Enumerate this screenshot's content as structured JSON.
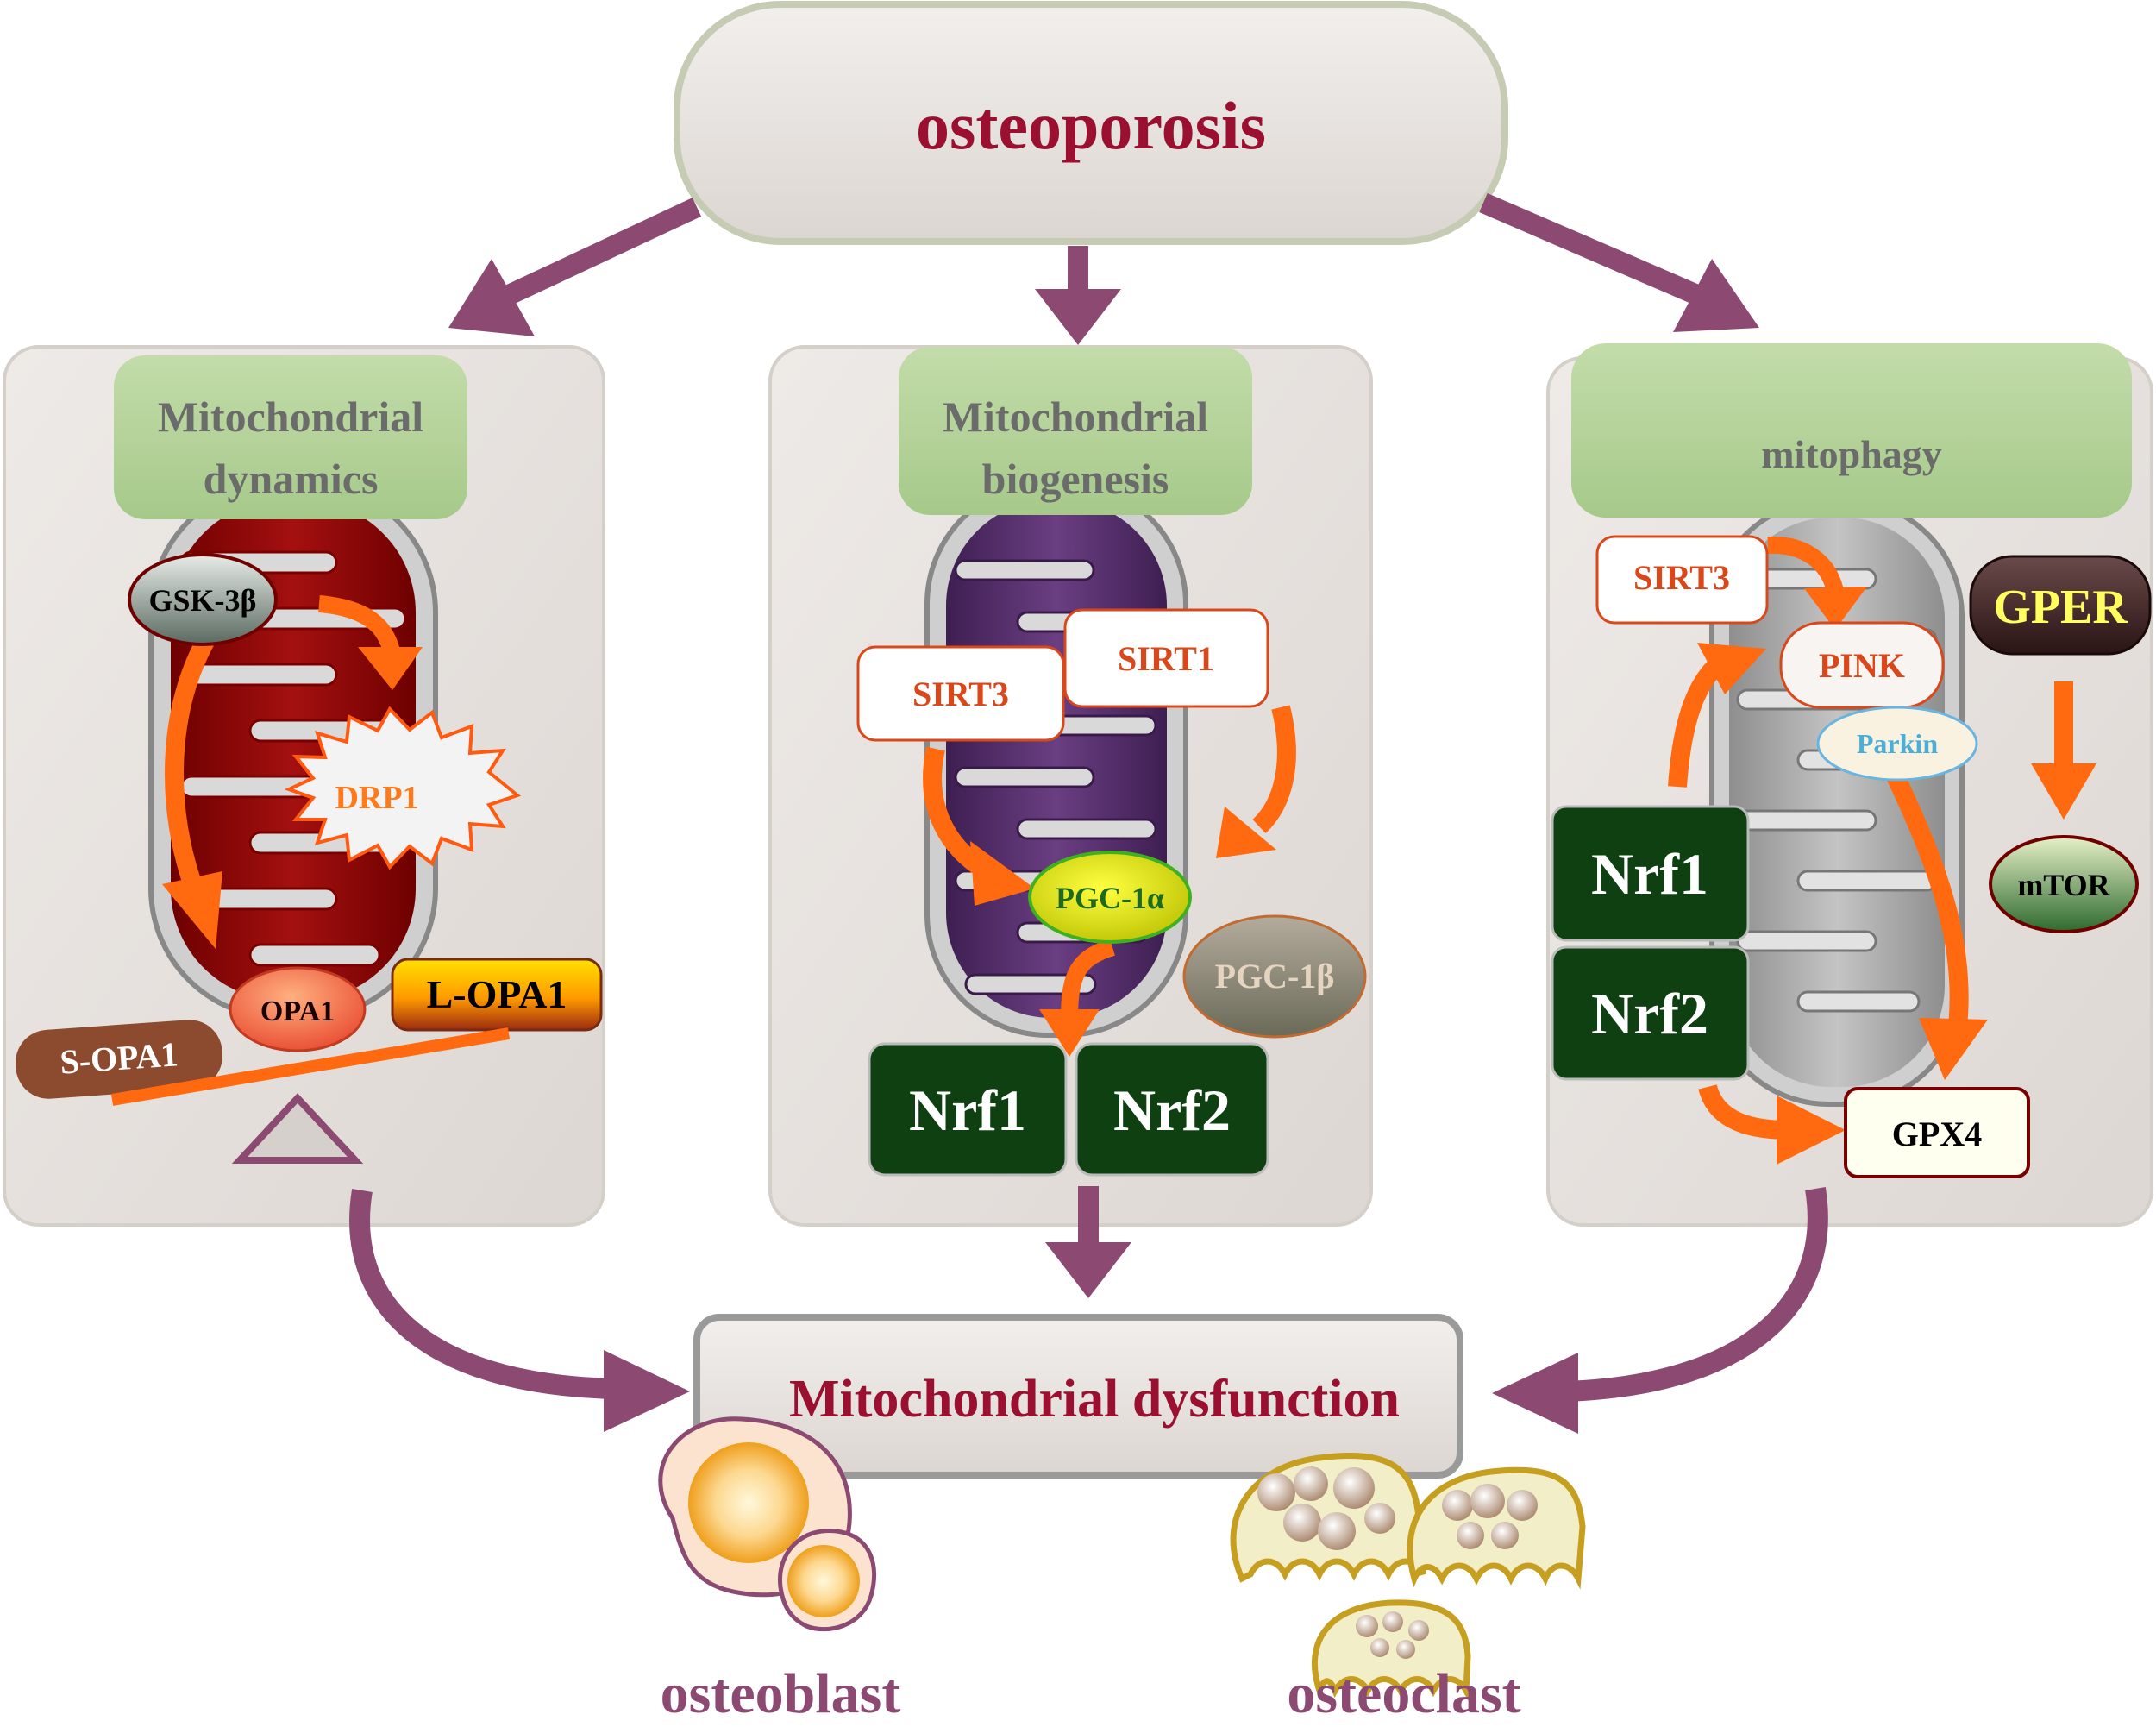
{
  "diagram": {
    "title": "osteoporosis",
    "panels": [
      {
        "heading_lines": [
          "Mitochondrial",
          "dynamics"
        ]
      },
      {
        "heading_lines": [
          "Mitochondrial",
          "biogenesis"
        ]
      },
      {
        "heading_lines": [
          "mitophagy"
        ]
      }
    ],
    "dynamics": {
      "gsk3b": "GSK-3β",
      "drp1": "DRP1",
      "opa1": "OPA1",
      "l_opa1": "L-OPA1",
      "s_opa1": "S-OPA1"
    },
    "biogenesis": {
      "sirt3": "SIRT3",
      "sirt1": "SIRT1",
      "pgc1a": "PGC-1α",
      "pgc1b": "PGC-1β",
      "nrf1": "Nrf1",
      "nrf2": "Nrf2"
    },
    "mitophagy": {
      "sirt3": "SIRT3",
      "pink": "PINK",
      "parkin": "Parkin",
      "gper": "GPER",
      "mtor": "mTOR",
      "nrf1": "Nrf1",
      "nrf2": "Nrf2",
      "gpx4": "GPX4"
    },
    "outcome": "Mitochondrial dysfunction",
    "cells": {
      "osteoblast": "osteoblast",
      "osteoclast": "osteoclast"
    }
  },
  "colors": {
    "title_text": "#9b1030",
    "purple_arrow": "#8c4a72",
    "orange_arrow": "#ff6a10",
    "panel_fill": "#e8e3e0",
    "heading_fill": "#b4d398",
    "heading_text": "#6b6b6b",
    "dark_green": "#0e4012",
    "sirt_text": "#d9481a",
    "cell_label": "#8c4a72"
  }
}
